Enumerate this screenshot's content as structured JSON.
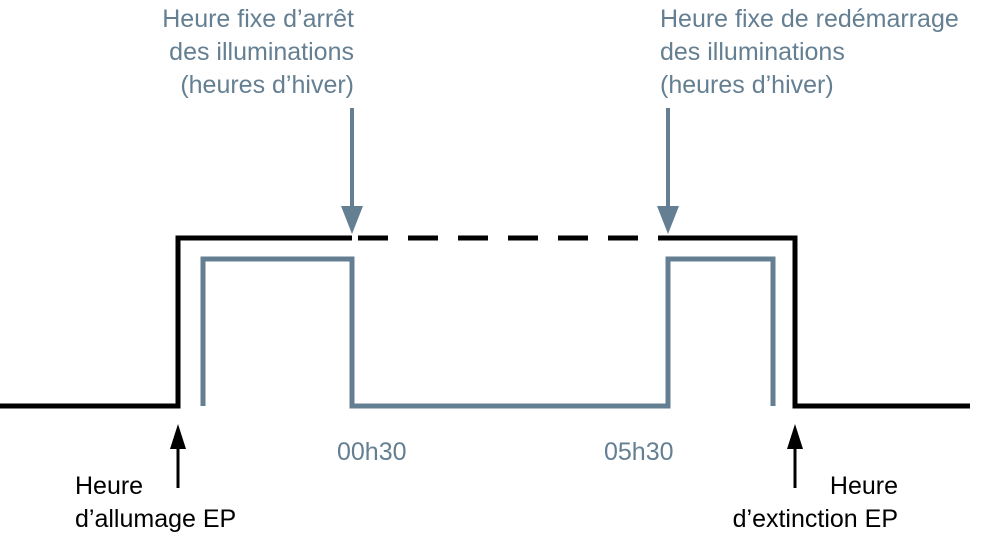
{
  "colors": {
    "black_signal": "#000000",
    "blue_signal": "#647f92"
  },
  "annotations": {
    "stop_time": {
      "lines": [
        "Heure fixe d’arrêt",
        "des illuminations",
        "(heures d’hiver)"
      ]
    },
    "restart_time": {
      "lines": [
        "Heure fixe de redémarrage",
        "des illuminations",
        "(heures d’hiver)"
      ]
    },
    "switch_on": {
      "lines": [
        "Heure",
        "d’allumage EP"
      ]
    },
    "switch_off": {
      "lines": [
        "Heure",
        "d’extinction EP"
      ]
    }
  },
  "times": {
    "stop": "00h30",
    "restart": "05h30"
  }
}
